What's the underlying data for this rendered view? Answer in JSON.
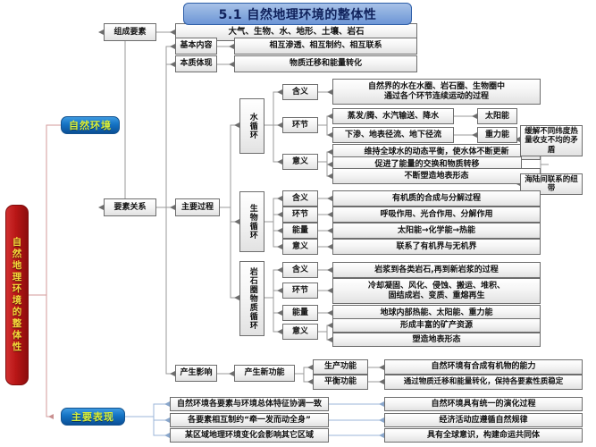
{
  "title": {
    "text": "5.1  自然地理环境的整体性"
  },
  "root": {
    "label": "自然地理环境的整体性"
  },
  "branches": {
    "natural_env": "自然环境",
    "main_manifestation": "主要表现"
  },
  "level2": {
    "components": "组成要素",
    "element_relations": "要素关系"
  },
  "components_detail": "大气、生物、水、地形、土壤、岩石",
  "relations": {
    "basic_content_label": "基本内容",
    "basic_content_value": "相互渗透、相互制约、相互联系",
    "essence_label": "本质体现",
    "essence_value": "物质迁移和能量转化",
    "main_process_label": "主要过程",
    "influence_label": "产生影响"
  },
  "cycles": [
    {
      "name": "水循环",
      "rows": [
        {
          "label": "含义",
          "value": "自然界的水在水圈、岩石圈、生物圈中\n通过各个环节连续运动的过程",
          "tail": null
        },
        {
          "label": "环节",
          "values": [
            {
              "text": "蒸发/腾、水汽输送、降水",
              "tail": "太阳能"
            },
            {
              "text": "下渗、地表径流、地下径流",
              "tail": "重力能"
            }
          ]
        },
        {
          "label": "意义",
          "values": [
            {
              "text": "维持全球水的动态平衡，使水体不断更新"
            },
            {
              "text": "促进了能量的交换和物质转移"
            },
            {
              "text": "不断塑造地表形态"
            }
          ],
          "tails": [
            "缓解不同纬度热量收支不均的矛盾",
            "海陆间联系的纽带"
          ]
        }
      ]
    },
    {
      "name": "生物循环",
      "rows": [
        {
          "label": "含义",
          "value": "有机质的合成与分解过程"
        },
        {
          "label": "环节",
          "value": "呼吸作用、光合作用、分解作用"
        },
        {
          "label": "能量",
          "value": "太阳能→化学能→热能"
        },
        {
          "label": "意义",
          "value": "联系了有机界与无机界"
        }
      ]
    },
    {
      "name": "岩石圈物质循环",
      "rows": [
        {
          "label": "含义",
          "value": "岩浆到各类岩石,再到新岩浆的过程"
        },
        {
          "label": "环节",
          "value": "冷却凝固、风化、侵蚀、搬运、堆积、\n固结成岩、变质、重熔再生"
        },
        {
          "label": "能量",
          "value": "地球内部热能、太阳能、重力能"
        },
        {
          "label": "意义",
          "values": [
            "形成丰富的矿产资源",
            "塑造地表形态"
          ]
        }
      ]
    }
  ],
  "new_functions": {
    "label": "产生新功能",
    "items": [
      {
        "label": "生产功能",
        "value": "自然环境有合成有机物的能力"
      },
      {
        "label": "平衡功能",
        "value": "通过物质迁移和能量转化，保持各要素性质稳定"
      }
    ]
  },
  "manifestations": [
    {
      "left": "自然环境各要素与环境总体特征协调一致",
      "right": "自然环境具有统一的演化过程"
    },
    {
      "left": "各要素相互制约“牵一发而动全身”",
      "right": "经济活动应遵循自然规律"
    },
    {
      "left": "某区域地理环境变化会影响其它区域",
      "right": "具有全球意识，构建命运共同体"
    }
  ],
  "colors": {
    "title_fill": "#8fb0e0",
    "title_text": "#10225c",
    "capsule_fill": "#1473c4",
    "capsule_text": "#d9ef3a",
    "root_fill": "#b81616",
    "root_text": "#f3d93a",
    "node_border": "#6d6d6d",
    "wire": "#9a9a9a",
    "wire_pink": "#d39a9a",
    "wire_blue": "#9bb6d8"
  }
}
